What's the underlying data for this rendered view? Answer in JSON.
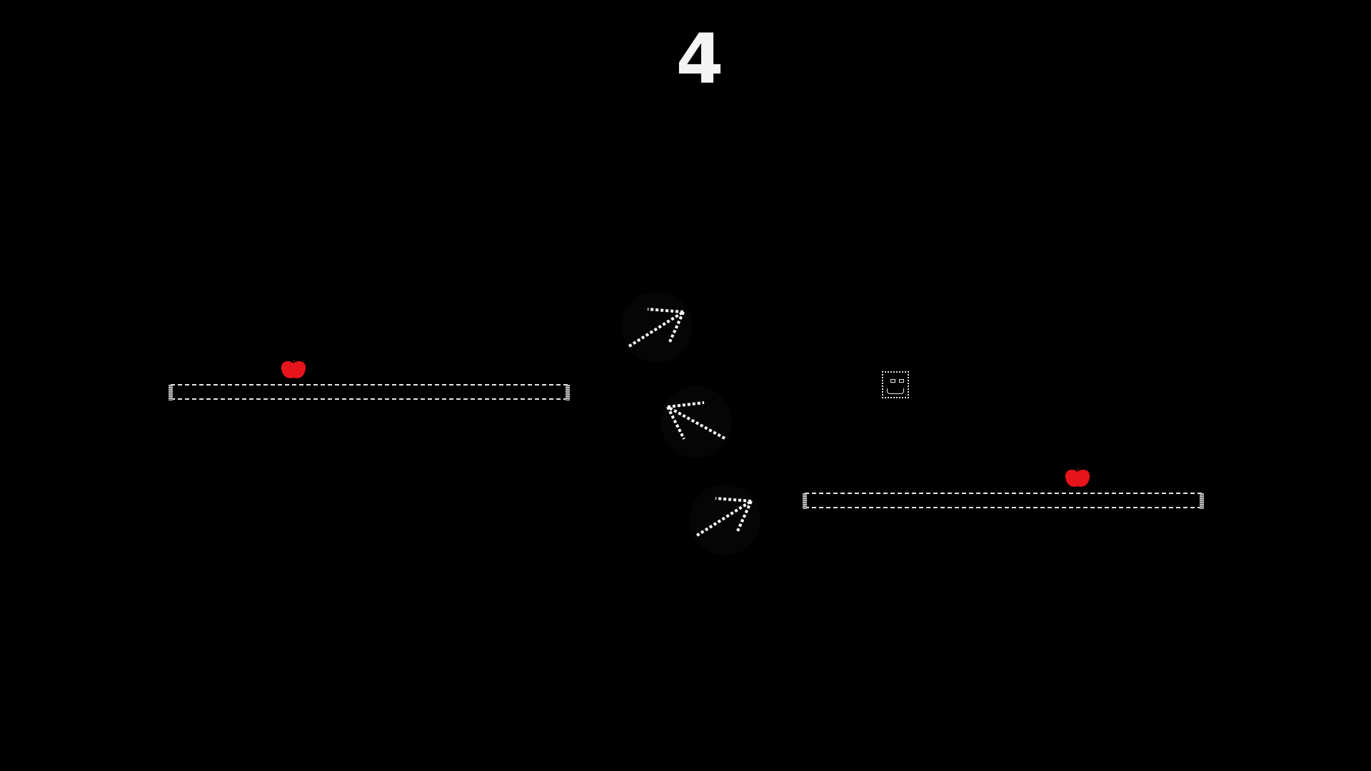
{
  "hud": {
    "score": "4"
  },
  "colors": {
    "background": "#000000",
    "outline": "#e8e8e8",
    "apple": "#e8141c"
  },
  "entities": {
    "platforms": [
      "platform",
      "platform"
    ],
    "apples": [
      "apple-icon",
      "apple-icon"
    ],
    "player": "player-face-icon",
    "hazards": [
      "arrow-spinner-icon",
      "arrow-spinner-icon",
      "arrow-spinner-icon"
    ]
  }
}
